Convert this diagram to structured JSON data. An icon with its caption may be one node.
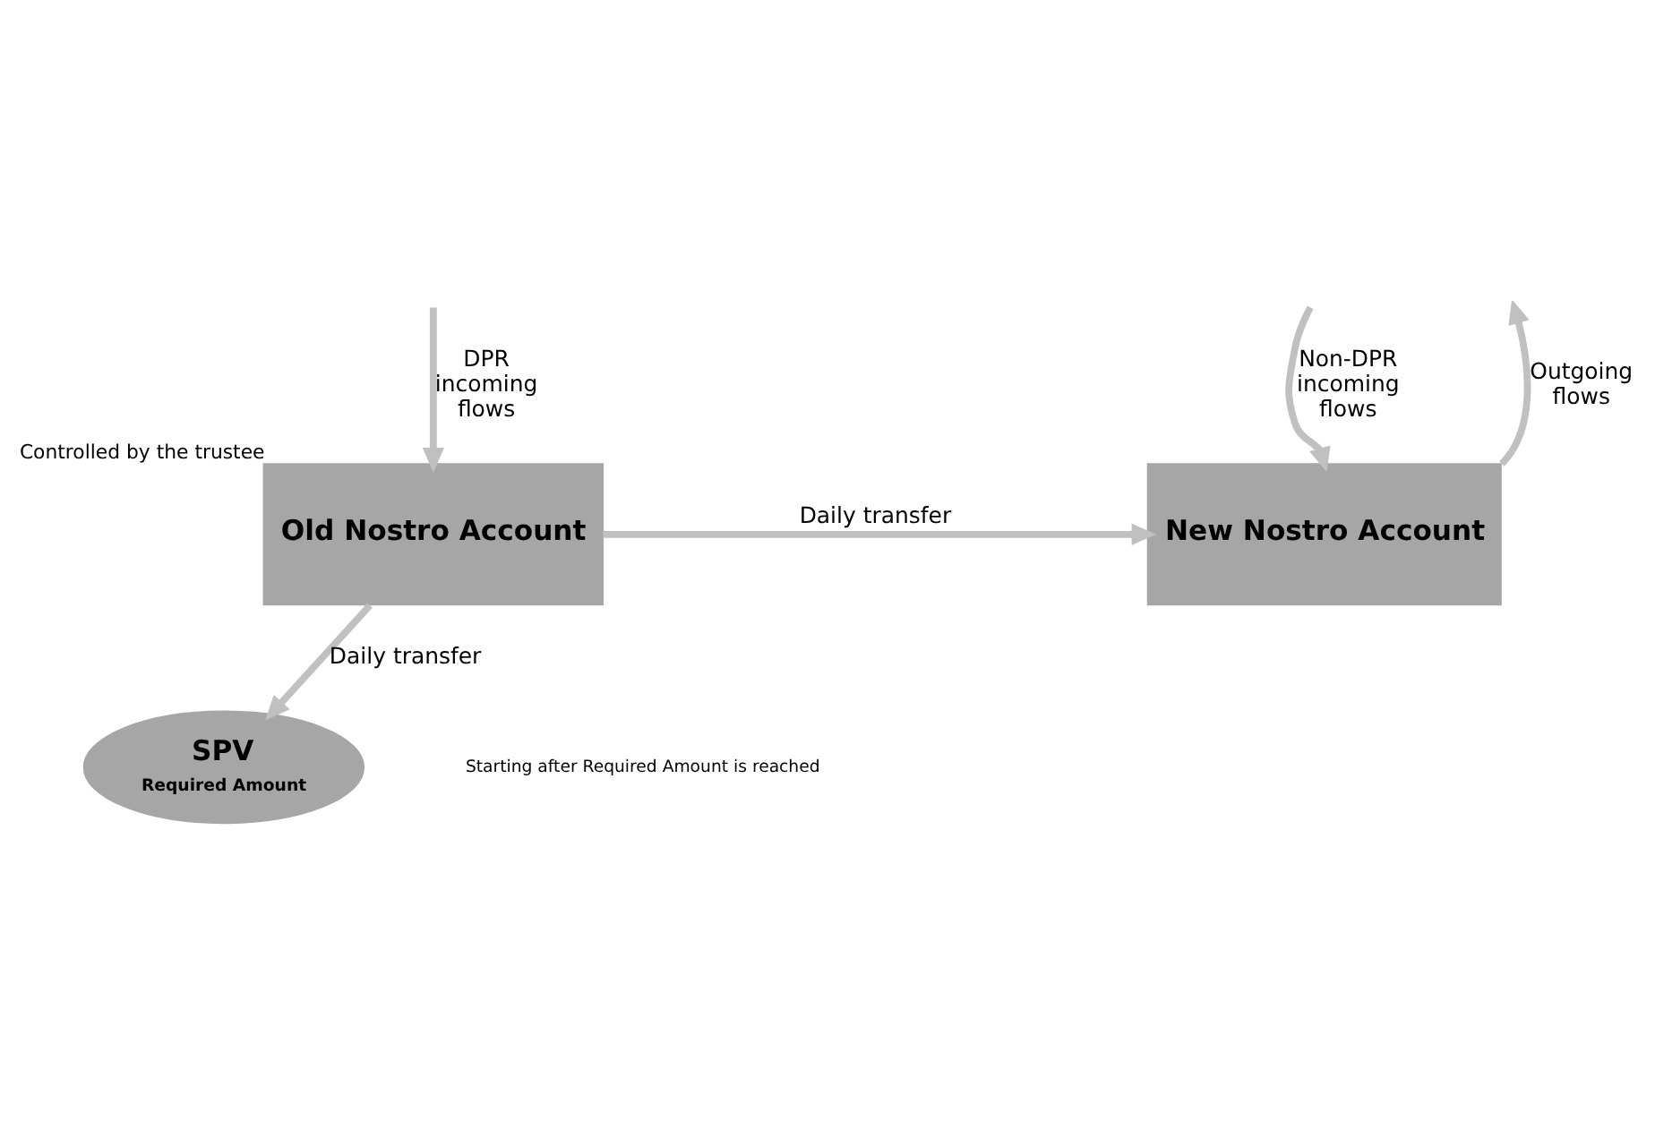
{
  "diagram": {
    "nodes": [
      {
        "text": [
          "Old Nostro Account"
        ],
        "beside": [
          "Controlled by the trustee"
        ]
      },
      {
        "text": [
          "New Nostro Account"
        ]
      },
      {
        "text": [
          "SPV",
          "Required Amount"
        ]
      }
    ],
    "edges": [
      {
        "from": null,
        "to": 0,
        "arrow": "to",
        "label": "DPR incoming flows"
      },
      {
        "from": null,
        "to": 1,
        "arrow": "to",
        "label": "Non-DPR incoming flows"
      },
      {
        "from": 1,
        "to": null,
        "arrow": "to",
        "label": "Outgoing flows"
      },
      {
        "from": 0,
        "to": 1,
        "arrow": "to",
        "label": "Daily transfer"
      },
      {
        "from": 0,
        "to": 2,
        "arrow": "to",
        "label": "Daily transfer"
      }
    ],
    "labels": [
      "Starting after Required Amount is reached"
    ]
  }
}
